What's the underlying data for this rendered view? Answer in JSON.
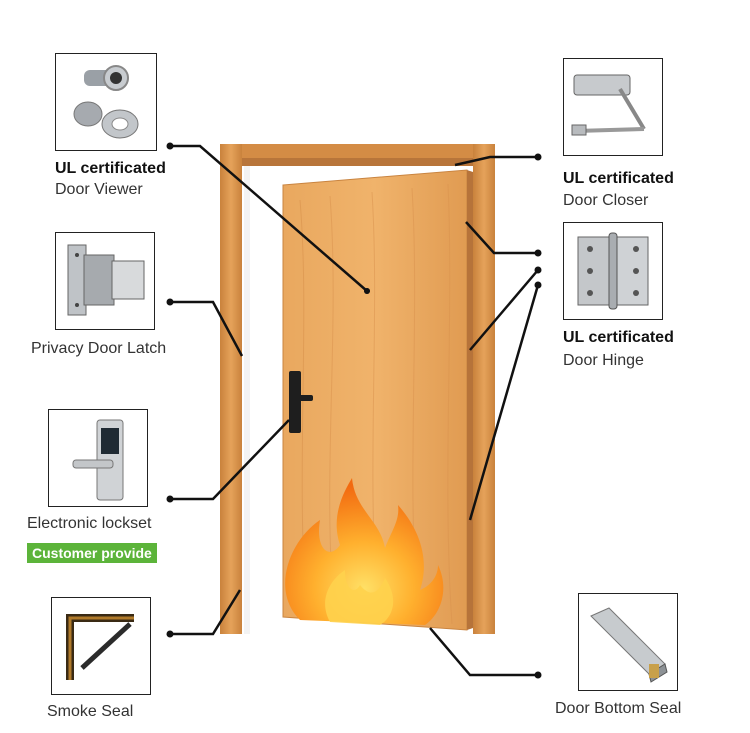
{
  "components": {
    "door_viewer": {
      "cert": "UL certificated",
      "name": "Door Viewer"
    },
    "privacy_latch": {
      "name": "Privacy Door Latch"
    },
    "lockset": {
      "name": "Electronic lockset",
      "badge": "Customer provide"
    },
    "smoke_seal": {
      "name": "Smoke Seal"
    },
    "door_closer": {
      "cert": "UL certificated",
      "name": "Door Closer"
    },
    "door_hinge": {
      "cert": "UL certificated",
      "name": "Door Hinge"
    },
    "bottom_seal": {
      "name": "Door Bottom Seal"
    }
  },
  "colors": {
    "door_wood": "#e6a45c",
    "frame_wood": "#d9914a",
    "flame_orange": "#f7931e",
    "flame_yellow": "#ffcc33",
    "badge_green": "#5cb43a"
  }
}
